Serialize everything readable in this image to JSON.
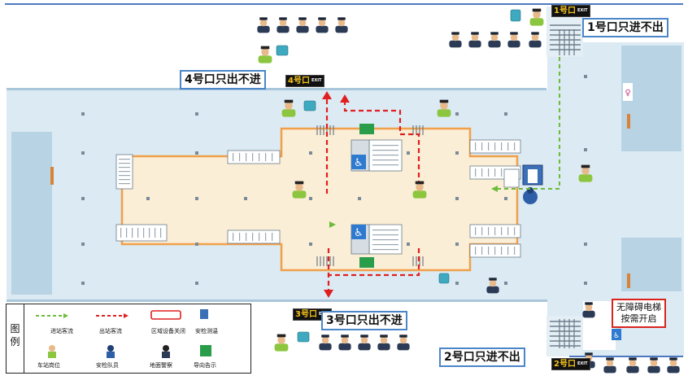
{
  "labels": {
    "exit1": "1号口只进不出",
    "exit2": "2号口只进不出",
    "exit3": "3号口只出不进",
    "exit4": "4号口只出不进",
    "elevator_line1": "无障碍电梯",
    "elevator_line2": "按需开启"
  },
  "exit_signs": {
    "e1": "1号口",
    "e2": "2号口",
    "e3": "3号口",
    "e4": "4号口",
    "sub": "EXIT"
  },
  "legend": {
    "title": "图例",
    "items": {
      "entry_flow": "进站客流",
      "exit_flow": "出站客流",
      "closed_area": "区域设备关闭",
      "security_temp": "安检测温",
      "staff_post": "车站岗位",
      "security_team": "安检队员",
      "police": "地面警察",
      "guide": "导向告示"
    }
  },
  "colors": {
    "entry_flow": "#6dbb3a",
    "exit_flow": "#e02020",
    "label_border": "#4a86c8",
    "concourse": "#fbeed6",
    "concourse_border": "#f0a04a",
    "floor": "#dceaf3",
    "wall": "#a9c7da",
    "bar": "#4c79c0"
  },
  "icons": [
    "staff-icon",
    "police-icon",
    "security-guard-icon",
    "chair-icon",
    "exit-sign-icon",
    "gate-icon",
    "security-scanner-icon",
    "escalator-icon",
    "accessible-elevator-icon",
    "toilet-icon"
  ]
}
